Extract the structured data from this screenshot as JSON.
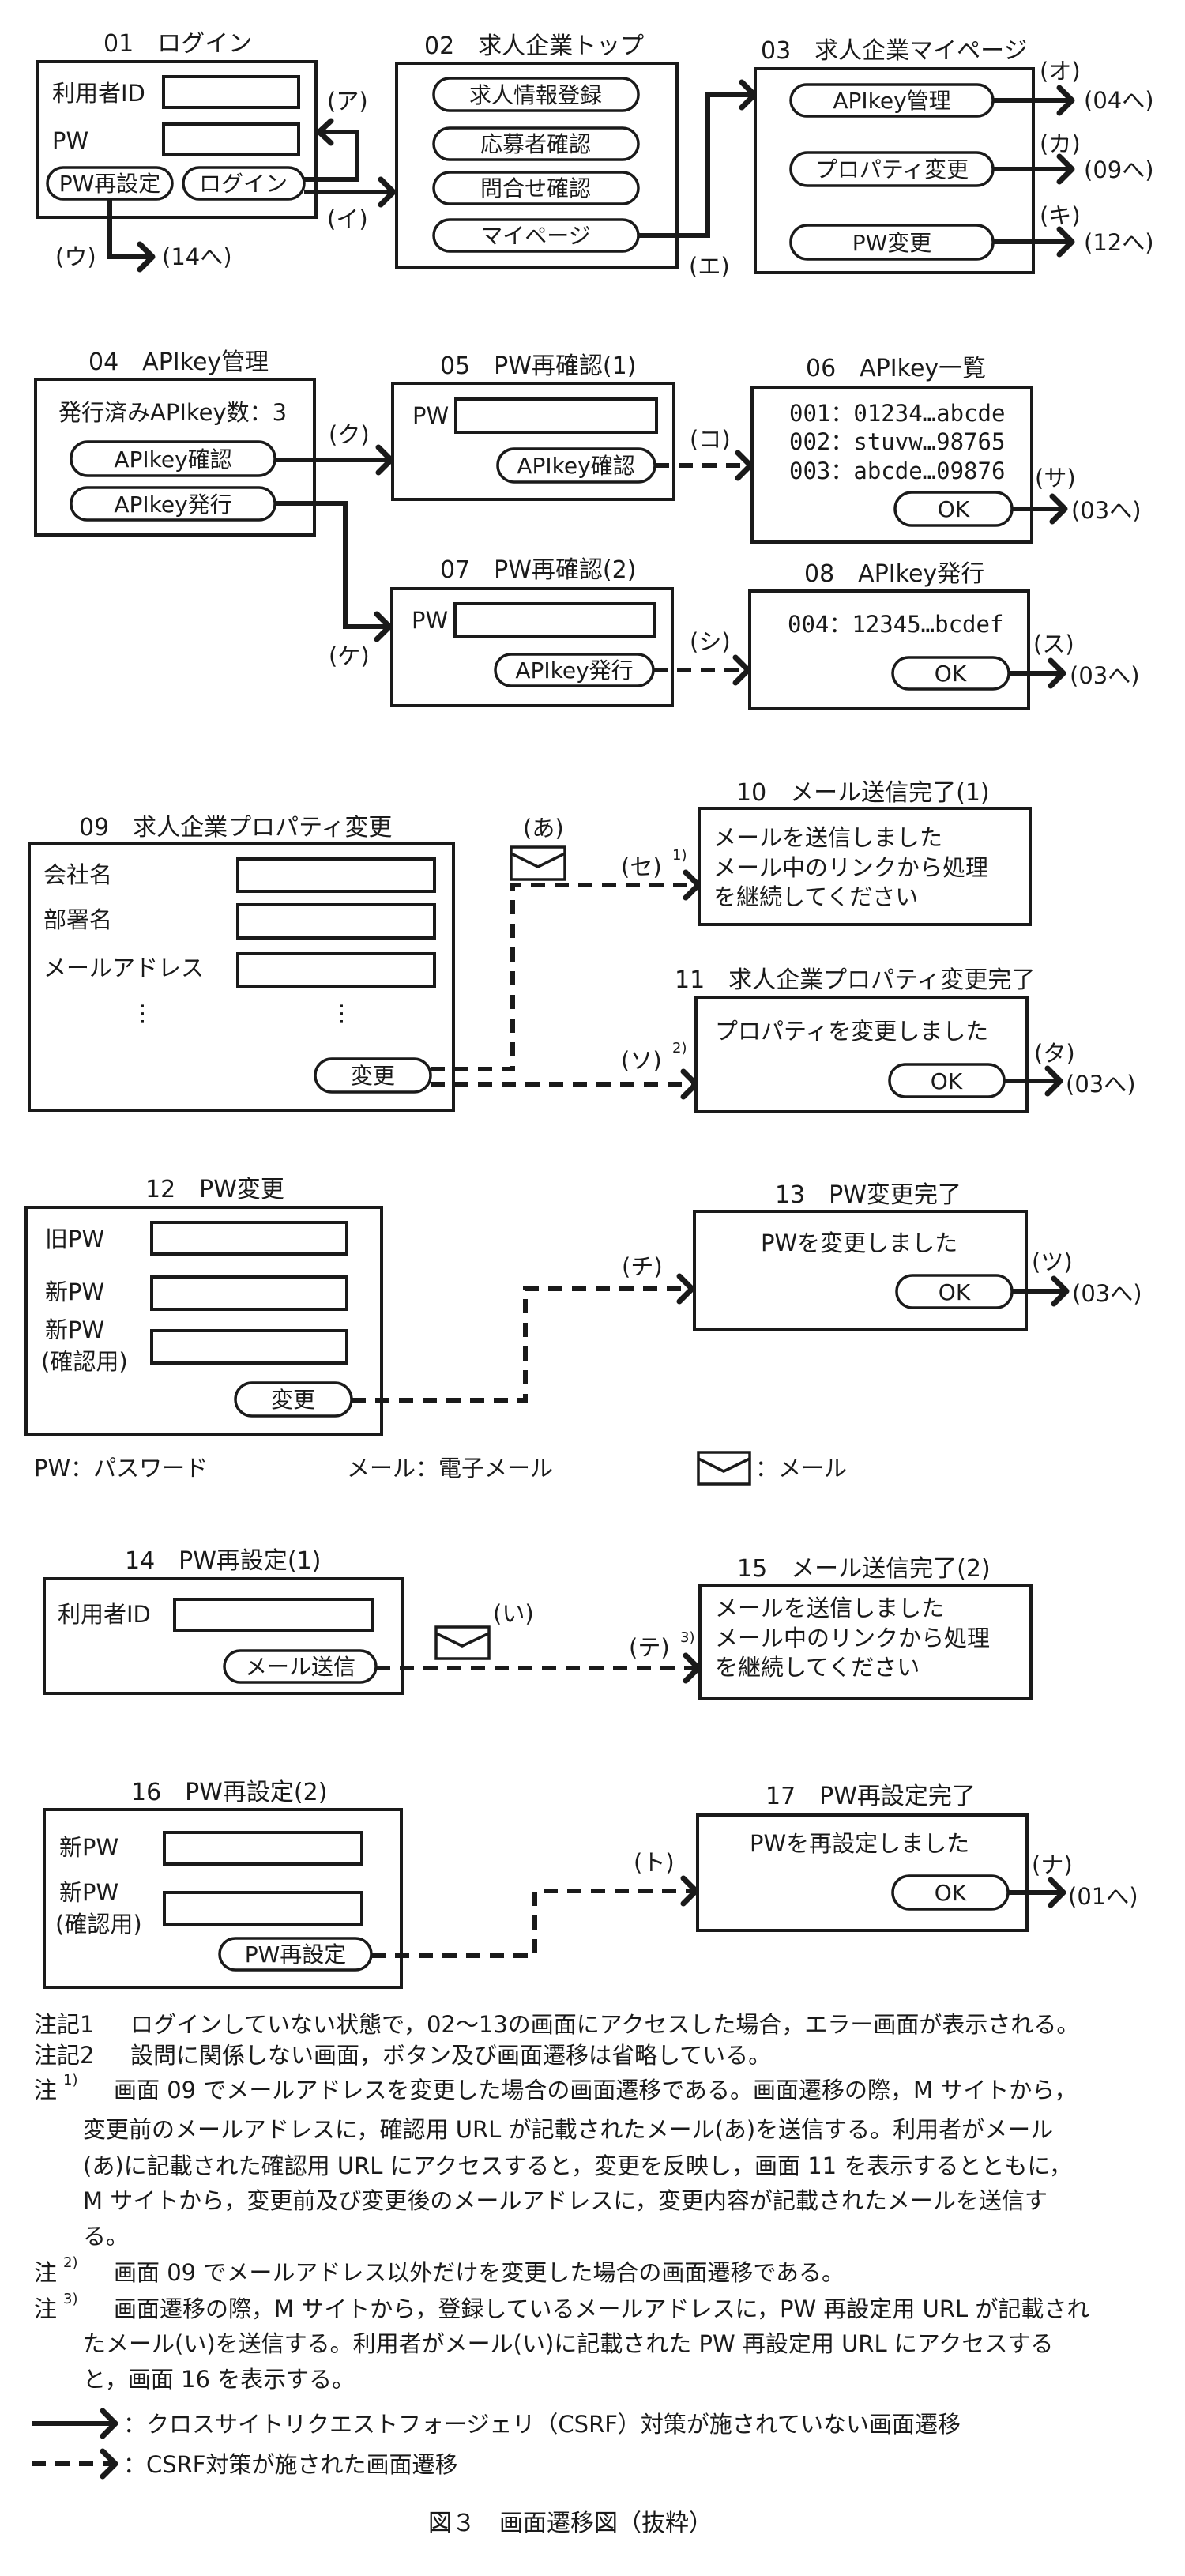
{
  "screens": {
    "s01": {
      "title": "01　ログイン",
      "user_id_label": "利用者ID",
      "pw_label": "PW",
      "pw_reset_button": "PW再設定",
      "login_button": "ログイン"
    },
    "s02": {
      "title": "02　求人企業トップ",
      "buttons": [
        "求人情報登録",
        "応募者確認",
        "問合せ確認",
        "マイページ"
      ]
    },
    "s03": {
      "title": "03　求人企業マイページ",
      "buttons": [
        "APIkey管理",
        "プロパティ変更",
        "PW変更"
      ]
    },
    "s04": {
      "title": "04　APIkey管理",
      "issued_count_text": "発行済みAPIkey数：3",
      "buttons": [
        "APIkey確認",
        "APIkey発行"
      ]
    },
    "s05": {
      "title": "05　PW再確認(1)",
      "pw_label": "PW",
      "button": "APIkey確認"
    },
    "s06": {
      "title": "06　APIkey一覧",
      "keys": [
        "001：01234…abcde",
        "002：stuvw…98765",
        "003：abcde…09876"
      ],
      "ok_button": "OK"
    },
    "s07": {
      "title": "07　PW再確認(2)",
      "pw_label": "PW",
      "button": "APIkey発行"
    },
    "s08": {
      "title": "08　APIkey発行",
      "key": "004：12345…bcdef",
      "ok_button": "OK"
    },
    "s09": {
      "title": "09　求人企業プロパティ変更",
      "fields": [
        "会社名",
        "部署名",
        "メールアドレス"
      ],
      "ellipsis": "⋮",
      "change_button": "変更"
    },
    "s10": {
      "title": "10　メール送信完了(1)",
      "message_lines": [
        "メールを送信しました",
        "メール中のリンクから処理",
        "を継続してください"
      ]
    },
    "s11": {
      "title": "11　求人企業プロパティ変更完了",
      "message": "プロパティを変更しました",
      "ok_button": "OK"
    },
    "s12": {
      "title": "12　PW変更",
      "fields": [
        "旧PW",
        "新PW",
        "新PW",
        "(確認用)"
      ],
      "change_button": "変更"
    },
    "s13": {
      "title": "13　PW変更完了",
      "message": "PWを変更しました",
      "ok_button": "OK"
    },
    "s14": {
      "title": "14　PW再設定(1)",
      "user_id_label": "利用者ID",
      "send_button": "メール送信"
    },
    "s15": {
      "title": "15　メール送信完了(2)",
      "message_lines": [
        "メールを送信しました",
        "メール中のリンクから処理",
        "を継続してください"
      ]
    },
    "s16": {
      "title": "16　PW再設定(2)",
      "fields": [
        "新PW",
        "新PW",
        "(確認用)"
      ],
      "reset_button": "PW再設定"
    },
    "s17": {
      "title": "17　PW再設定完了",
      "message": "PWを再設定しました",
      "ok_button": "OK"
    }
  },
  "transitions": {
    "a": "(ア)",
    "i": "(イ)",
    "u": "(ウ)",
    "u_dest": "(14へ)",
    "e": "(エ)",
    "o": "(オ)",
    "o_dest": "(04へ)",
    "ka": "(カ)",
    "ka_dest": "(09へ)",
    "ki": "(キ)",
    "ki_dest": "(12へ)",
    "ku": "(ク)",
    "ke": "(ケ)",
    "ko": "(コ)",
    "sa": "(サ)",
    "sa_dest": "(03へ)",
    "shi": "(シ)",
    "su": "(ス)",
    "su_dest": "(03へ)",
    "se": "(セ)",
    "se_sup": "1)",
    "so": "(ソ)",
    "so_sup": "2)",
    "ta": "(タ)",
    "ta_dest": "(03へ)",
    "chi": "(チ)",
    "tsu": "(ツ)",
    "tsu_dest": "(03へ)",
    "te": "(テ)",
    "te_sup": "3)",
    "to": "(ト)",
    "na": "(ナ)",
    "na_dest": "(01へ)",
    "mail_a": "(あ)",
    "mail_i": "(い)"
  },
  "abbreviations": {
    "pw": "PW：パスワード",
    "mail": "メール：電子メール",
    "mail_icon": "：メール"
  },
  "notes": [
    {
      "mark": "注記1",
      "lines": [
        "ログインしていない状態で，02～13の画面にアクセスした場合，エラー画面が表示される。"
      ]
    },
    {
      "mark": "注記2",
      "lines": [
        "設問に関係しない画面，ボタン及び画面遷移は省略している。"
      ]
    },
    {
      "mark": "注",
      "sup": "1)",
      "lines": [
        "画面 09 でメールアドレスを変更した場合の画面遷移である。画面遷移の際，M サイトから，",
        "変更前のメールアドレスに，確認用 URL が記載されたメール(あ)を送信する。利用者がメール",
        "(あ)に記載された確認用 URL にアクセスすると，変更を反映し，画面 11 を表示するとともに，",
        "M サイトから，変更前及び変更後のメールアドレスに，変更内容が記載されたメールを送信す",
        "る。"
      ]
    },
    {
      "mark": "注",
      "sup": "2)",
      "lines": [
        "画面 09 でメールアドレス以外だけを変更した場合の画面遷移である。"
      ]
    },
    {
      "mark": "注",
      "sup": "3)",
      "lines": [
        "画面遷移の際，M サイトから，登録しているメールアドレスに，PW 再設定用 URL が記載され",
        "たメール(い)を送信する。利用者がメール(い)に記載された PW 再設定用 URL にアクセスする",
        "と，画面 16 を表示する。"
      ]
    }
  ],
  "legend": {
    "solid": "：クロスサイトリクエストフォージェリ（CSRF）対策が施されていない画面遷移",
    "dashed": "：CSRF対策が施された画面遷移"
  },
  "caption": "図３　画面遷移図（抜粋）"
}
